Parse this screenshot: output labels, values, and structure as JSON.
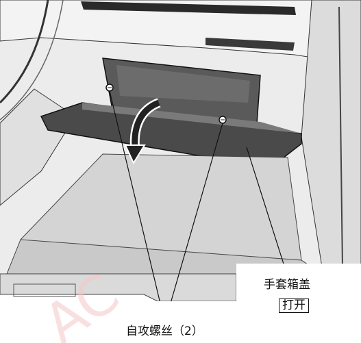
{
  "labels": {
    "screws": "自攻螺丝（2）",
    "glove_box_lid": "手套箱盖",
    "action_open": "打开"
  },
  "colors": {
    "background": "#ffffff",
    "line": "#111111",
    "body_shade": "#e4e4e4",
    "dark_part": "#4b4b4b",
    "floor_mat": "#d6d6d6",
    "watermark": "#f5c8c8"
  },
  "icons": {
    "direction_arrow": "curved-down-arrow-icon",
    "screw": "screw-icon"
  },
  "watermark_text": "AC"
}
